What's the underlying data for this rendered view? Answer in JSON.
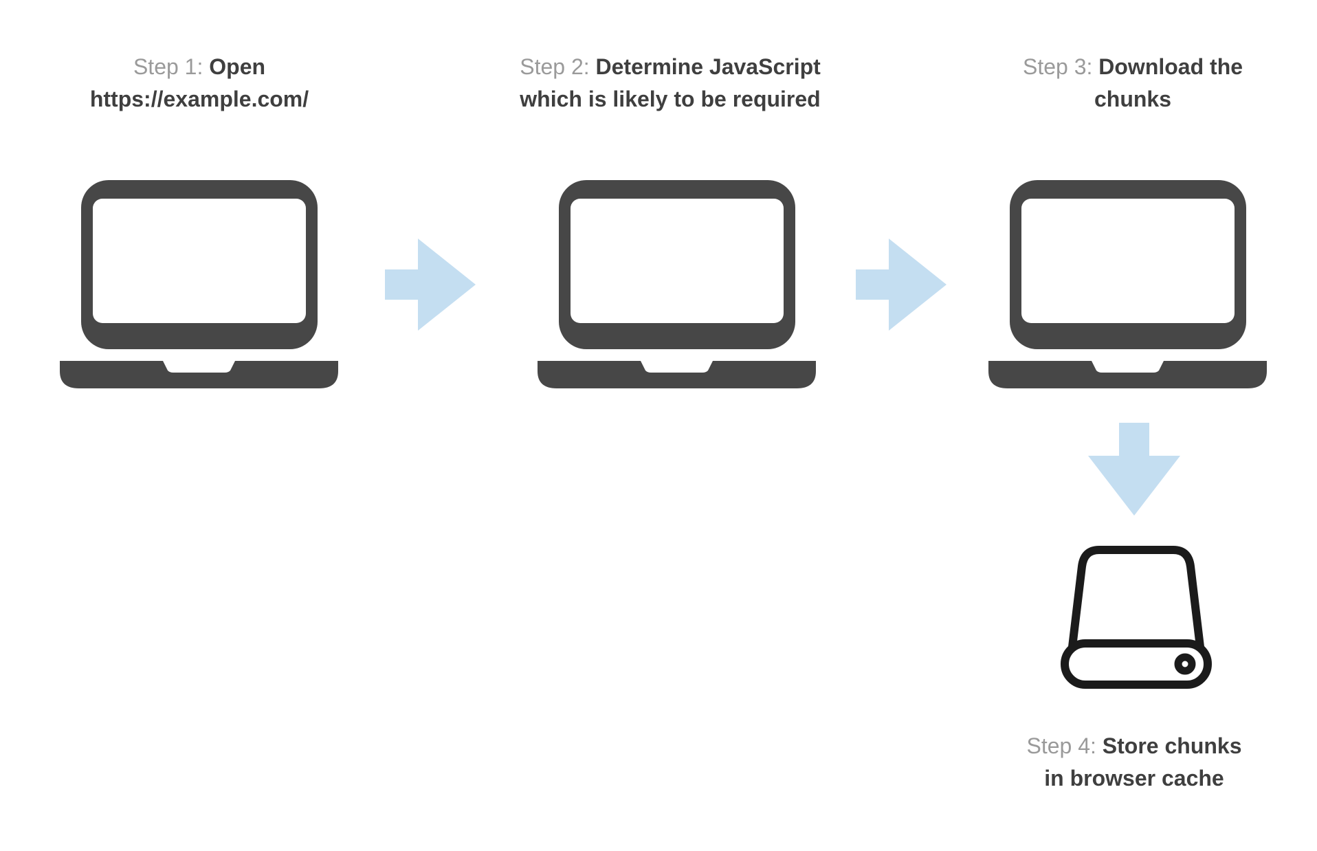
{
  "colors": {
    "laptop": "#474747",
    "arrow": "#c4def1",
    "label": "#9a9a9a",
    "text": "#3f3f3f",
    "drive": "#1b1b1b",
    "background": "#ffffff"
  },
  "steps": [
    {
      "label": "Step 1:",
      "title_line1": "Open",
      "title_line2": "https://example.com/",
      "icon": "laptop"
    },
    {
      "label": "Step 2:",
      "title_line1": "Determine JavaScript",
      "title_line2": "which is likely to be required",
      "icon": "laptop"
    },
    {
      "label": "Step 3:",
      "title_line1": "Download the",
      "title_line2": "chunks",
      "icon": "laptop"
    },
    {
      "label": "Step 4:",
      "title_line1": "Store chunks",
      "title_line2": "in browser cache",
      "icon": "hard-drive"
    }
  ],
  "arrows": [
    {
      "direction": "right",
      "from": "step-1",
      "to": "step-2"
    },
    {
      "direction": "right",
      "from": "step-2",
      "to": "step-3"
    },
    {
      "direction": "down",
      "from": "step-3",
      "to": "step-4"
    }
  ]
}
